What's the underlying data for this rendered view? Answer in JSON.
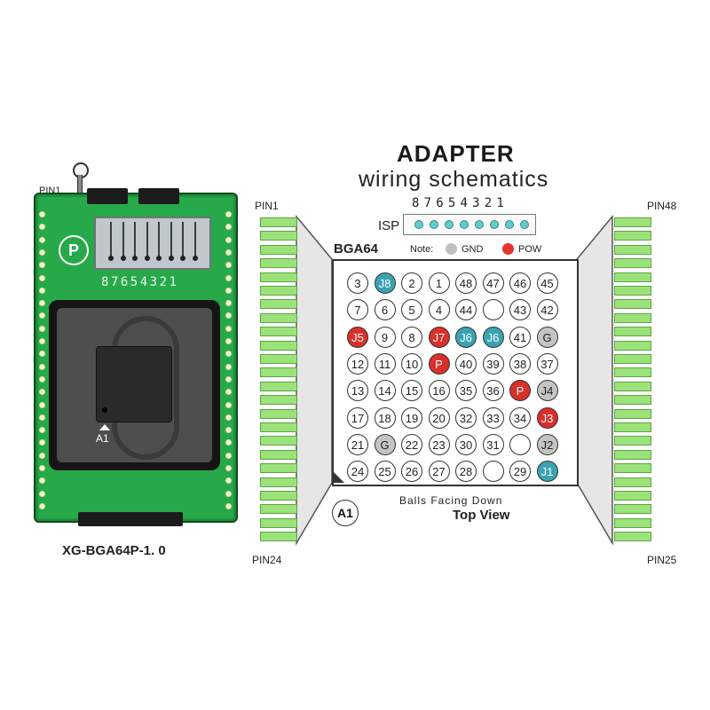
{
  "board": {
    "pin1_label": "PIN1",
    "p_mark": "P",
    "header_numbers": "87654321",
    "a1_label": "A1",
    "model": "XG-BGA64P-1. 0"
  },
  "adapter": {
    "title": "ADAPTER",
    "subtitle": "wiring schematics",
    "isp_numbers": "87654321",
    "isp_label": "ISP",
    "bga_title": "BGA64",
    "note_label": "Note:",
    "gnd_label": "GND",
    "pow_label": "POW",
    "a1_label": "A1",
    "balls_caption": "Balls Facing Down",
    "topview_caption": "Top View",
    "pin_labels": {
      "left_top": "PIN1",
      "left_bottom": "PIN24",
      "right_top": "PIN48",
      "right_bottom": "PIN25"
    },
    "colors": {
      "gnd": "#c4c4c4",
      "pow": "#d9302b",
      "signal": "#3aa3b3",
      "pin": "#9be27a",
      "board": "#27a94a"
    },
    "grid": [
      [
        {
          "t": "3",
          "k": "n"
        },
        {
          "t": "J8",
          "k": "s"
        },
        {
          "t": "2",
          "k": "n"
        },
        {
          "t": "1",
          "k": "n"
        },
        {
          "t": "48",
          "k": "n"
        },
        {
          "t": "47",
          "k": "n"
        },
        {
          "t": "46",
          "k": "n"
        },
        {
          "t": "45",
          "k": "n"
        }
      ],
      [
        {
          "t": "7",
          "k": "n"
        },
        {
          "t": "6",
          "k": "n"
        },
        {
          "t": "5",
          "k": "n"
        },
        {
          "t": "4",
          "k": "n"
        },
        {
          "t": "44",
          "k": "n"
        },
        {
          "t": "",
          "k": "e"
        },
        {
          "t": "43",
          "k": "n"
        },
        {
          "t": "42",
          "k": "n"
        }
      ],
      [
        {
          "t": "J5",
          "k": "p"
        },
        {
          "t": "9",
          "k": "n"
        },
        {
          "t": "8",
          "k": "n"
        },
        {
          "t": "J7",
          "k": "p"
        },
        {
          "t": "J6",
          "k": "s"
        },
        {
          "t": "J6",
          "k": "s"
        },
        {
          "t": "41",
          "k": "n"
        },
        {
          "t": "G",
          "k": "g"
        }
      ],
      [
        {
          "t": "12",
          "k": "n"
        },
        {
          "t": "11",
          "k": "n"
        },
        {
          "t": "10",
          "k": "n"
        },
        {
          "t": "P",
          "k": "p"
        },
        {
          "t": "40",
          "k": "n"
        },
        {
          "t": "39",
          "k": "n"
        },
        {
          "t": "38",
          "k": "n"
        },
        {
          "t": "37",
          "k": "n"
        }
      ],
      [
        {
          "t": "13",
          "k": "n"
        },
        {
          "t": "14",
          "k": "n"
        },
        {
          "t": "15",
          "k": "n"
        },
        {
          "t": "16",
          "k": "n"
        },
        {
          "t": "35",
          "k": "n"
        },
        {
          "t": "36",
          "k": "n"
        },
        {
          "t": "P",
          "k": "p"
        },
        {
          "t": "J4",
          "k": "g"
        }
      ],
      [
        {
          "t": "17",
          "k": "n"
        },
        {
          "t": "18",
          "k": "n"
        },
        {
          "t": "19",
          "k": "n"
        },
        {
          "t": "20",
          "k": "n"
        },
        {
          "t": "32",
          "k": "n"
        },
        {
          "t": "33",
          "k": "n"
        },
        {
          "t": "34",
          "k": "n"
        },
        {
          "t": "J3",
          "k": "p"
        }
      ],
      [
        {
          "t": "21",
          "k": "n"
        },
        {
          "t": "G",
          "k": "g"
        },
        {
          "t": "22",
          "k": "n"
        },
        {
          "t": "23",
          "k": "n"
        },
        {
          "t": "30",
          "k": "n"
        },
        {
          "t": "31",
          "k": "n"
        },
        {
          "t": "",
          "k": "e"
        },
        {
          "t": "J2",
          "k": "g"
        }
      ],
      [
        {
          "t": "24",
          "k": "n"
        },
        {
          "t": "25",
          "k": "n"
        },
        {
          "t": "26",
          "k": "n"
        },
        {
          "t": "27",
          "k": "n"
        },
        {
          "t": "28",
          "k": "n"
        },
        {
          "t": "",
          "k": "e"
        },
        {
          "t": "29",
          "k": "n"
        },
        {
          "t": "J1",
          "k": "s"
        }
      ]
    ]
  }
}
